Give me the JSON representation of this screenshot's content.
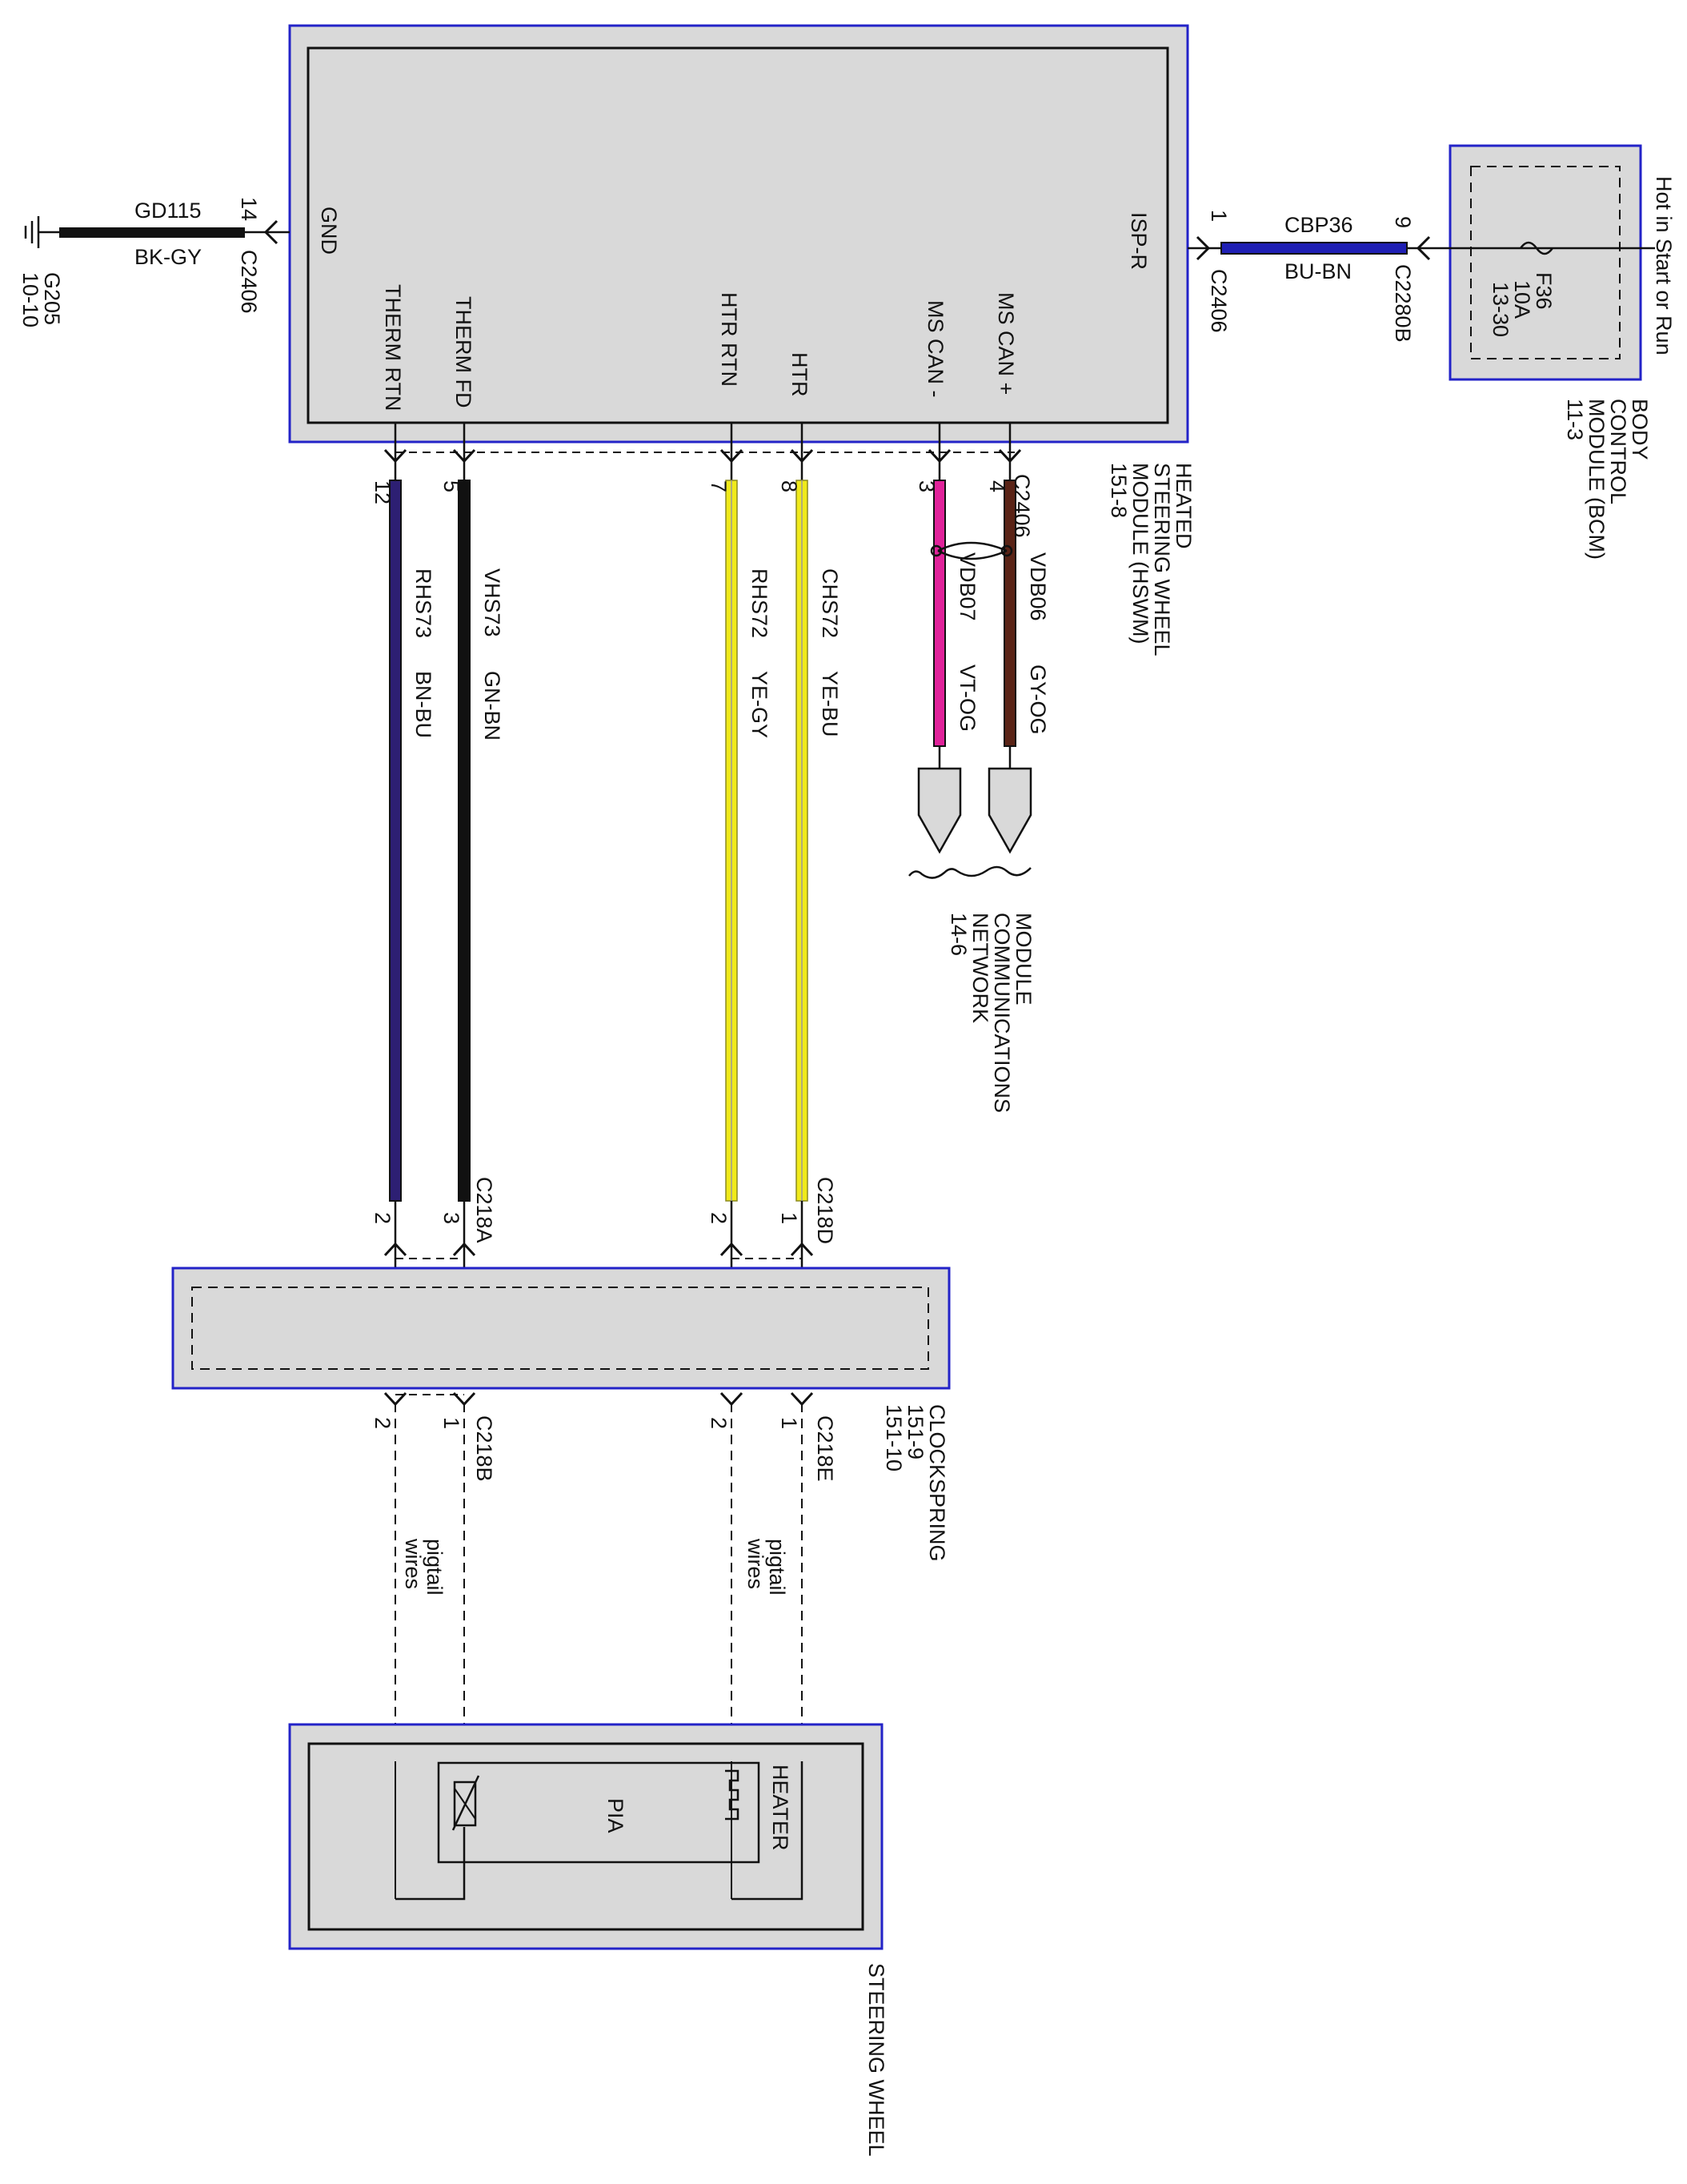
{
  "bcm": {
    "title_lines": [
      "BODY",
      "CONTROL",
      "MODULE (BCM)",
      "11-3"
    ],
    "fuse": "F36",
    "fuse_rating": "10A",
    "fuse_ref": "13-30",
    "supply_note": "Hot in Start or Run"
  },
  "supply_wire": {
    "circuit": "CBP36",
    "color_code": "BU-BN",
    "bcm_connector": "C2280B",
    "bcm_pin": "9",
    "hswm_connector": "C2406",
    "hswm_pin": "1",
    "color": "#1f1fb4"
  },
  "hswm": {
    "title_lines": [
      "HEATED",
      "STEERING WHEEL",
      "MODULE (HSWM)",
      "151-8"
    ],
    "connector": "C2406",
    "pins": {
      "gnd": "GND",
      "isp_r": "ISP-R",
      "therm_rtn": "THERM RTN",
      "therm_fd": "THERM FD",
      "htr_rtn": "HTR RTN",
      "htr": "HTR",
      "ms_can_minus": "MS CAN -",
      "ms_can_plus": "MS CAN +"
    }
  },
  "ground": {
    "circuit": "GD115",
    "color_code": "BK-GY",
    "connector": "C2406",
    "pin": "14",
    "name": "G205",
    "ref": "10-10"
  },
  "wires": [
    {
      "key": "therm_rtn",
      "circuit": "RHS73",
      "color_code": "BN-BU",
      "top_pin": "12",
      "bottom_pin": "2",
      "color": "#2d1f73"
    },
    {
      "key": "therm_fd",
      "circuit": "VHS73",
      "color_code": "GN-BN",
      "top_pin": "5",
      "bottom_pin": "3",
      "color": "#111111"
    },
    {
      "key": "htr_rtn",
      "circuit": "RHS72",
      "color_code": "YE-GY",
      "top_pin": "7",
      "bottom_pin": "2",
      "color": "#f0ea1a"
    },
    {
      "key": "htr",
      "circuit": "CHS72",
      "color_code": "YE-BU",
      "top_pin": "8",
      "bottom_pin": "1",
      "color": "#f0ea1a"
    },
    {
      "key": "ms_can_minus",
      "circuit": "VDB07",
      "color_code": "VT-OG",
      "top_pin": "3",
      "color": "#e0239a"
    },
    {
      "key": "ms_can_plus",
      "circuit": "VDB06",
      "color_code": "GY-OG",
      "top_pin": "4",
      "color": "#5a2316"
    }
  ],
  "can_network": {
    "title_lines": [
      "MODULE",
      "COMMUNICATIONS",
      "NETWORK",
      "14-6"
    ]
  },
  "clockspring": {
    "title_lines": [
      "CLOCKSPRING",
      "151-9",
      "151-10"
    ],
    "top_connector_a": "C218A",
    "top_connector_d": "C218D",
    "bottom_connector_b": "C218B",
    "bottom_connector_e": "C218E",
    "bottom_pins": {
      "therm_rtn": "2",
      "therm_fd": "1",
      "htr_rtn": "2",
      "htr": "1"
    }
  },
  "pigtail_label_lines": [
    "pigtail",
    "wires"
  ],
  "steering_wheel": {
    "title": "STEERING WHEEL",
    "pia": "PIA",
    "heater": "HEATER"
  },
  "colors": {
    "module_border": "#2323c8",
    "module_fill": "#d9d9d9",
    "line": "#111111"
  }
}
